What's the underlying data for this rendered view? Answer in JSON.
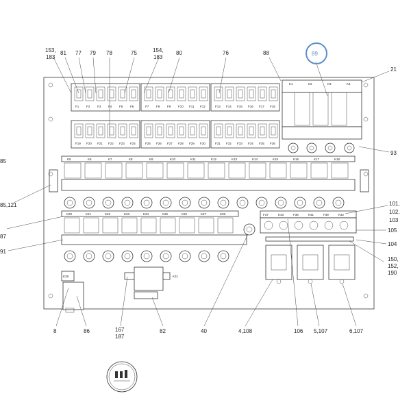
{
  "callouts": {
    "c153": "153,",
    "c183": "183",
    "c81": "81",
    "c77": "77",
    "c79": "79",
    "c78": "78",
    "c75": "75",
    "c154": "154,",
    "c183b": "183",
    "c80": "80",
    "c76": "76",
    "c88": "88",
    "c89": "89",
    "c21": "21",
    "c85": "85",
    "c93": "93",
    "c85_121": "85,121",
    "c101": "101,",
    "c102": "102,",
    "c103": "103",
    "c87": "87",
    "c105": "105",
    "c91": "91",
    "c104": "104",
    "c150": "150,",
    "c152": "152,",
    "c190": "190",
    "c8": "8",
    "c86": "86",
    "c167": "167",
    "c187": "187",
    "c82": "82",
    "c40": "40",
    "c4_108": "4,108",
    "c106": "106",
    "c5_107": "5,107",
    "c6_107": "6,107"
  },
  "fuse_labels": {
    "row1a": [
      "F1",
      "F2",
      "F3",
      "F4",
      "F5",
      "F6"
    ],
    "row1b": [
      "F7",
      "F8",
      "F9",
      "F10",
      "F11",
      "F12"
    ],
    "row1c": [
      "F13",
      "F14",
      "F15",
      "F16",
      "F17",
      "F18"
    ],
    "row2a": [
      "F19",
      "F20",
      "F21",
      "F22",
      "F23",
      "F24"
    ],
    "row2b": [
      "F25",
      "F26",
      "F27",
      "F28",
      "F29",
      "F30"
    ],
    "row2c": [
      "F31",
      "F32",
      "F33",
      "F34",
      "F35",
      "F36"
    ]
  },
  "relay_labels": [
    "K1",
    "K2",
    "K3",
    "K4"
  ],
  "relay_row1": [
    "K5",
    "K6",
    "K7",
    "K8",
    "K9",
    "K10",
    "K11",
    "K12",
    "K13",
    "K14",
    "K15",
    "K16",
    "K17",
    "K18"
  ],
  "relay_row2": [
    "K20",
    "K21",
    "K22",
    "K23",
    "K24",
    "K25",
    "K26",
    "K27",
    "K28"
  ],
  "small_fuses": [
    "F37",
    "K43",
    "F38",
    "K41",
    "F39",
    "K42"
  ],
  "misc": {
    "k_bottom_left": "K29",
    "k_center": "K31"
  },
  "callout_color": "#5b8fc7"
}
